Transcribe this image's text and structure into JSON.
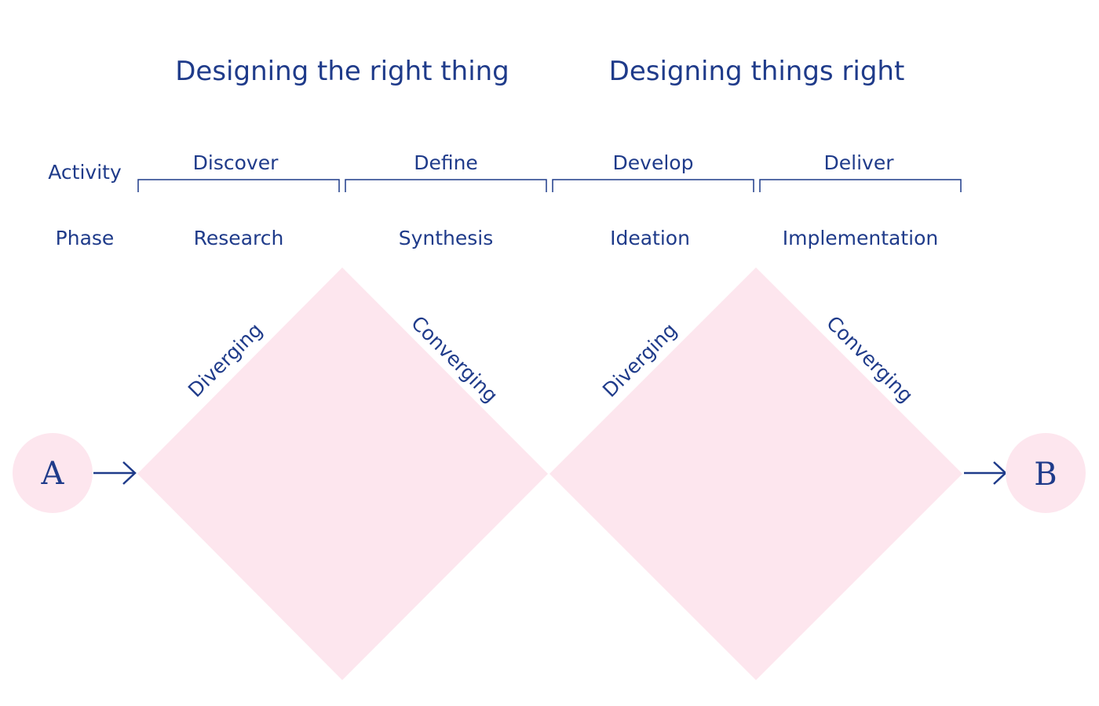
{
  "headings": [
    "Designing the right thing",
    "Designing things right"
  ],
  "row_labels": {
    "activity": "Activity",
    "phase": "Phase"
  },
  "activities": [
    "Discover",
    "Define",
    "Develop",
    "Deliver"
  ],
  "phases": [
    "Research",
    "Synthesis",
    "Ideation",
    "Implementation"
  ],
  "slopes": [
    "Diverging",
    "Converging",
    "Diverging",
    "Converging"
  ],
  "start": "A",
  "end": "B",
  "colors": {
    "text": "#1f3b8a",
    "shape": "#fde6ee"
  }
}
